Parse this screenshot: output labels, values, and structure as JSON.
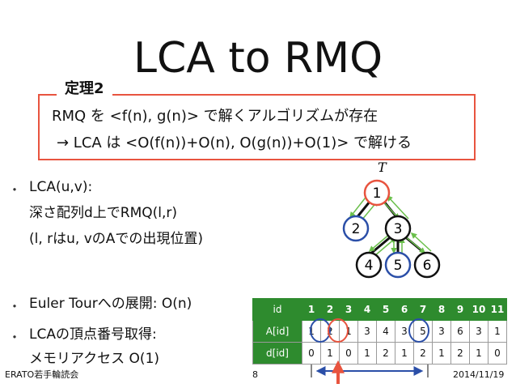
{
  "title": "LCA to RMQ",
  "theorem": {
    "label": "定理2",
    "line1": "RMQ を <f(n), g(n)> で解くアルゴリズムが存在",
    "line2": "→ LCA は <O(f(n))+O(n), O(g(n))+O(1)> で解ける"
  },
  "bullets": [
    {
      "dot": "・",
      "lines": [
        "LCA(u,v):",
        "深さ配列d上でRMQ(l,r)",
        "(l, rはu, vのAでの出現位置)"
      ]
    },
    {
      "dot": "・",
      "lines": [
        "Euler Tourへの展開: O(n)"
      ]
    },
    {
      "dot": "・",
      "lines": [
        "LCAの頂点番号取得:",
        "メモリアクセス O(1)"
      ]
    }
  ],
  "tree": {
    "label": "T",
    "nodes": [
      "1",
      "2",
      "3",
      "4",
      "5",
      "6"
    ]
  },
  "table": {
    "id_label": "id",
    "a_label": "A[id]",
    "d_label": "d[id]",
    "ids": [
      "1",
      "2",
      "3",
      "4",
      "5",
      "6",
      "7",
      "8",
      "9",
      "10",
      "11"
    ],
    "A": [
      "1",
      "2",
      "1",
      "3",
      "4",
      "3",
      "5",
      "3",
      "6",
      "3",
      "1"
    ],
    "d": [
      "0",
      "1",
      "0",
      "1",
      "2",
      "1",
      "2",
      "1",
      "2",
      "1",
      "0"
    ]
  },
  "colors": {
    "accent_red": "#e8543f",
    "tree_green": "#6abf4b",
    "table_green": "#2e8b2e",
    "circle_blue": "#2b4fa8"
  },
  "footer": {
    "left": "ERATO若手輪読会",
    "page": "8",
    "date": "2014/11/19"
  }
}
